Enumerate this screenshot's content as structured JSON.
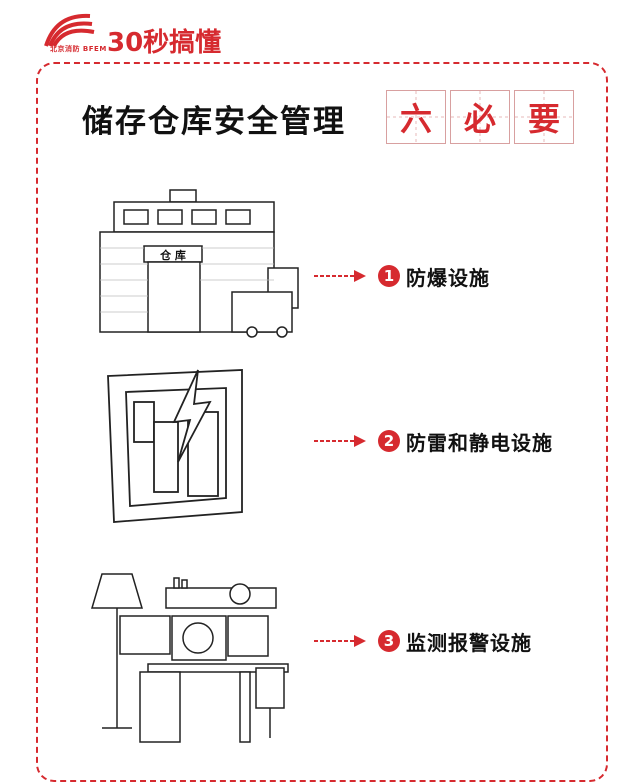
{
  "header": {
    "logo_text": "北京消防 BFEM",
    "title": "30秒搞懂"
  },
  "main": {
    "title": "储存仓库安全管理",
    "title_boxes": [
      "六",
      "必",
      "要"
    ]
  },
  "items": [
    {
      "number": "1",
      "label": "防爆设施",
      "illustration": "warehouse-icon"
    },
    {
      "number": "2",
      "label": "防雷和静电设施",
      "illustration": "lightning-rod-icon"
    },
    {
      "number": "3",
      "label": "监测报警设施",
      "illustration": "monitoring-desk-icon"
    }
  ],
  "warehouse_sign": "仓 库",
  "colors": {
    "accent": "#d62a2f",
    "text": "#111111"
  }
}
